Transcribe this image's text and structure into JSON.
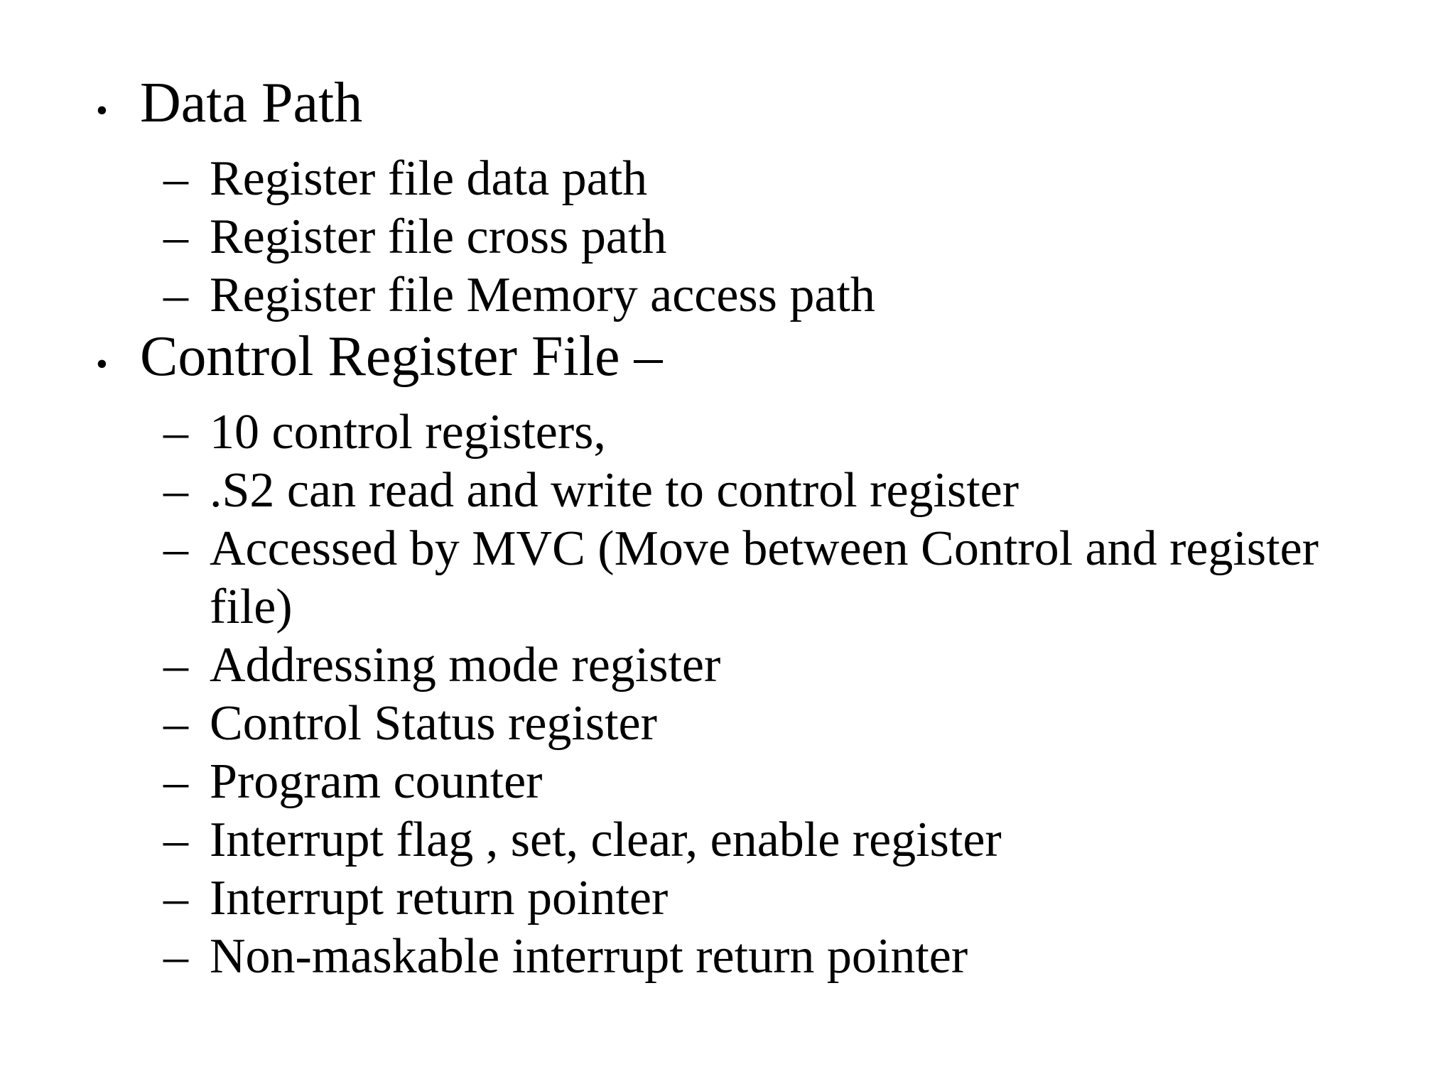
{
  "slide": {
    "background_color": "#ffffff",
    "text_color": "#000000",
    "bullet_char": "•",
    "dash_char": "–",
    "items": [
      {
        "level": 1,
        "text": "Data Path"
      },
      {
        "level": 2,
        "text": "Register file data path"
      },
      {
        "level": 2,
        "text": "Register file cross path"
      },
      {
        "level": 2,
        "text": "Register file Memory access path"
      },
      {
        "level": 1,
        "text": "Control Register File –"
      },
      {
        "level": 2,
        "text": "10 control registers,"
      },
      {
        "level": 2,
        "text": ".S2 can read and write to control register"
      },
      {
        "level": 2,
        "text": "Accessed by MVC (Move between Control and register file)"
      },
      {
        "level": 2,
        "text": "Addressing mode register"
      },
      {
        "level": 2,
        "text": "Control Status register"
      },
      {
        "level": 2,
        "text": "Program counter"
      },
      {
        "level": 2,
        "text": "Interrupt flag , set, clear, enable register"
      },
      {
        "level": 2,
        "text": "Interrupt return pointer"
      },
      {
        "level": 2,
        "text": "Non-maskable interrupt return pointer"
      }
    ]
  }
}
